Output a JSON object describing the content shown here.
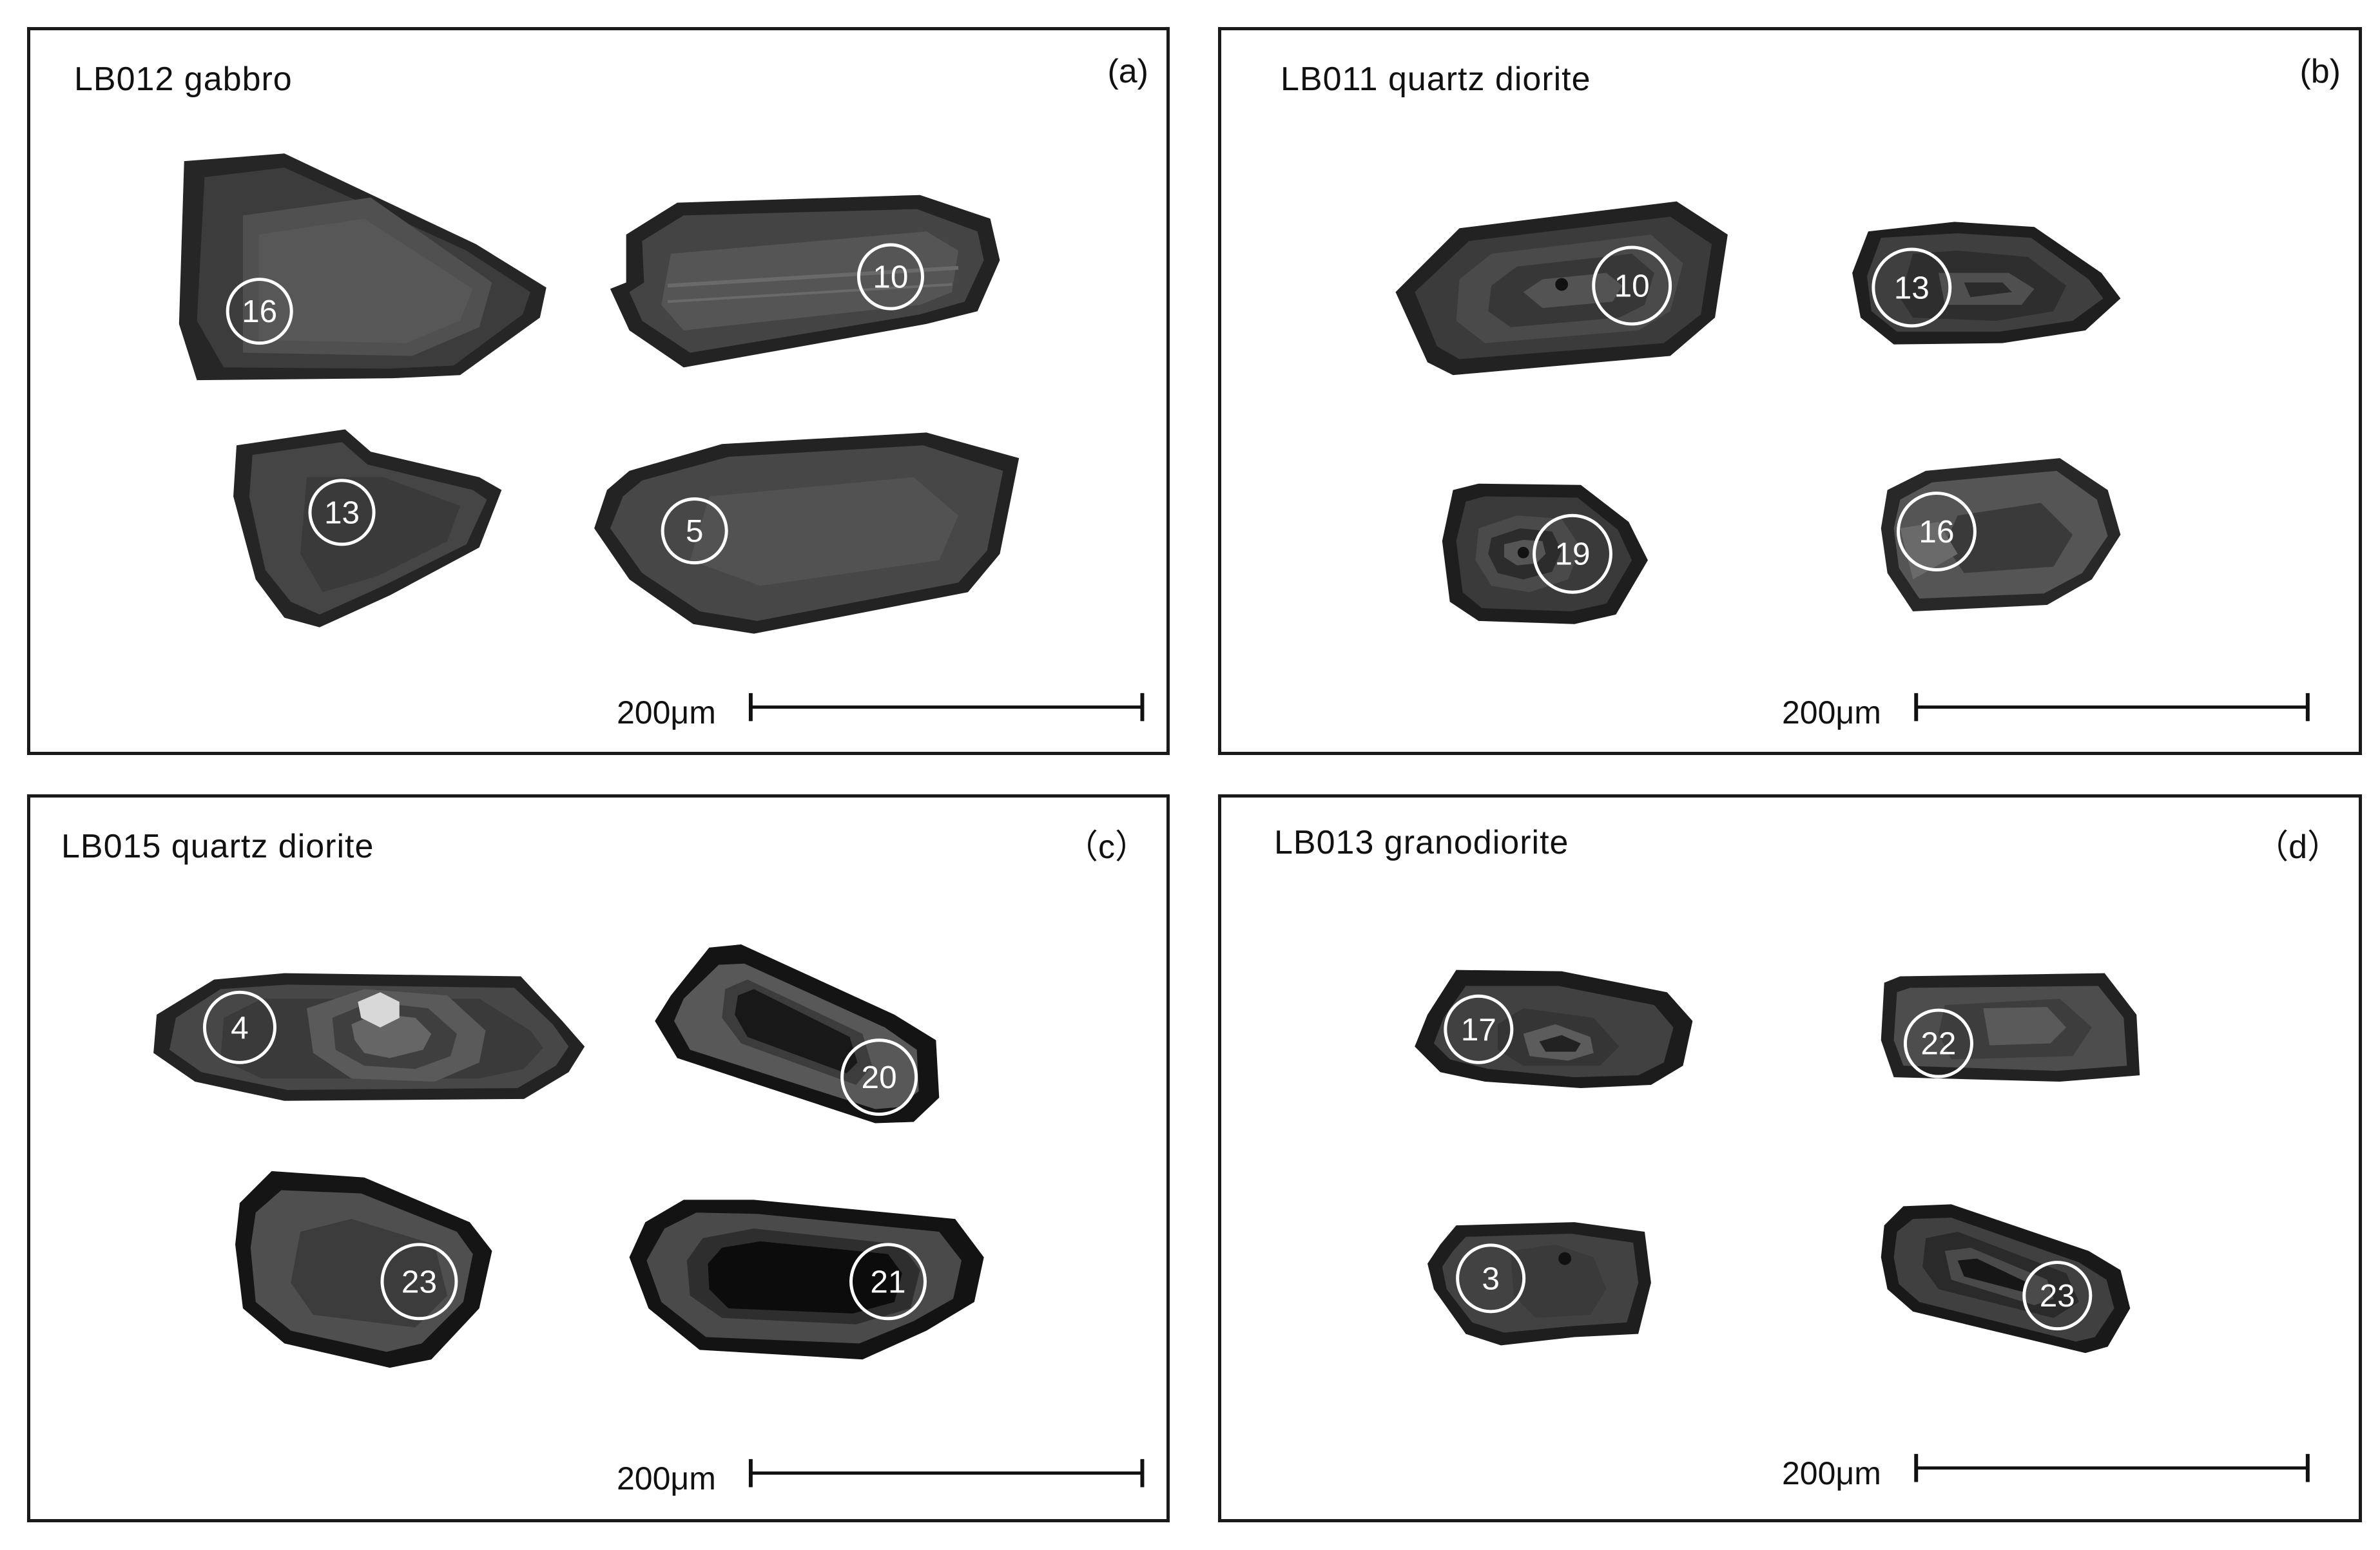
{
  "figure": {
    "scale_value": "200μm",
    "panels": [
      {
        "id": "a",
        "title": "LB012 gabbro",
        "letter": "(a)",
        "grains": [
          {
            "spot": "16"
          },
          {
            "spot": "10"
          },
          {
            "spot": "13"
          },
          {
            "spot": "5"
          }
        ]
      },
      {
        "id": "b",
        "title": "LB011 quartz diorite",
        "letter": "(b)",
        "grains": [
          {
            "spot": "10"
          },
          {
            "spot": "13"
          },
          {
            "spot": "19"
          },
          {
            "spot": "16"
          }
        ]
      },
      {
        "id": "c",
        "title": "LB015 quartz diorite",
        "letter": "（c）",
        "grains": [
          {
            "spot": "4"
          },
          {
            "spot": "20"
          },
          {
            "spot": "23"
          },
          {
            "spot": "21"
          }
        ]
      },
      {
        "id": "d",
        "title": "LB013 granodiorite",
        "letter": "（d）",
        "grains": [
          {
            "spot": "17"
          },
          {
            "spot": "22"
          },
          {
            "spot": "3"
          },
          {
            "spot": "23"
          }
        ]
      }
    ]
  }
}
